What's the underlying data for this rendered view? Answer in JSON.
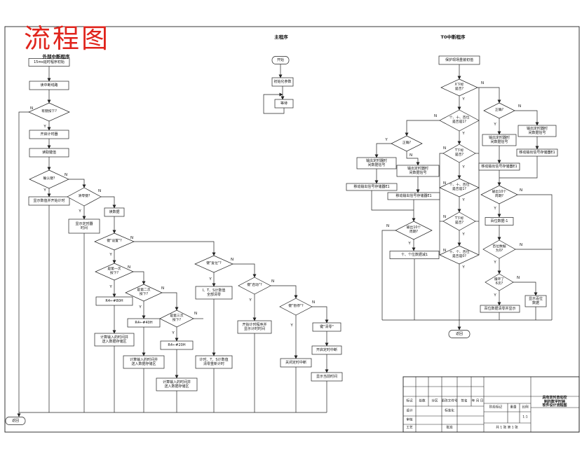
{
  "heading": "流程图",
  "titles": {
    "left": "外部中断程序",
    "main": "主程序",
    "t0": "T0中断程序"
  },
  "labels": {
    "yes": "Y",
    "no": "N"
  },
  "left": {
    "b1": "15ms延时程序初始",
    "b2": "读中断线路",
    "d1": "有键按下?",
    "b3": "开启计时器",
    "b4": "读取键值",
    "d2": "确认键?",
    "b5": "显示数值并开始计时",
    "d3": "清零键?",
    "b6": "显示定时器\n时间",
    "b7": "读数据",
    "d4": "键\"设置\"?",
    "d5": "是第一次\n按下?",
    "b8": "R4←#80H",
    "b11": "计算输入的时间并\n送入数据存储区",
    "d6": "是第二次\n按下?",
    "b9": "R4←#40H",
    "b12": "计算输入的时间并\n送入数据存储区",
    "d7": "是第三次\n按下?",
    "b10": "R4←#20H",
    "b13": "计算输入的时间并\n送入数据存储区",
    "d8": "键\"复位\"?",
    "b14": "I、T、S计数值\n全部清零",
    "b15": "计时、T、S计数值\n清零重新计时",
    "d9": "键\"启动\"?",
    "b16": "开始计时程序并\n显示计时时间",
    "d10": "键\"暂停\"?",
    "b17": "关闭定时中断",
    "b18": "键\"清零\"",
    "b19": "开启定时中断",
    "b20": "显示当前时间",
    "end": "返回"
  },
  "main": {
    "start": "开始",
    "init": "初始化参数",
    "wait": "等待"
  },
  "t0": {
    "b23": "保护现场重装初值",
    "d11": "X下标\n是否?",
    "d12": "个、十、百位\n是否是1?",
    "d13": "T下标\n是否?",
    "d14": "个、十、百位\n是否是1?",
    "d15": "T下标\n是否?",
    "d16": "十、个、百位\n是否是0?",
    "end": "返回",
    "d17": "正确?",
    "b24": "输出定时器时\n间数据信号",
    "b25": "输出定时器时\n间数据信号",
    "b26": "移动输出信号存储器E1",
    "b27": "移动输出信号存储器E1",
    "d18": "输出10个\n周期?",
    "b28": "十、个位数据减1",
    "d19": "正确?",
    "b29": "输出定时器时\n间数据信号",
    "b30": "输出定时器时\n间数据信号",
    "b31": "移动输出信号存储器E1",
    "b32": "移动输出信号存储器E1",
    "d20": "输出10个\n周期?",
    "b33": "百位数据-1",
    "d21": "百位数据\n为0?",
    "d22": "循环了\n6次?",
    "b34": "百位数据清零并显示",
    "b35": "显示百位\n数据"
  },
  "title_block": {
    "title": "具有定时自动控制的数字时钟\n软件设计流程图",
    "col_mark": "标记",
    "col_count": "处数",
    "col_zone": "分区",
    "col_doc": "更改文件号",
    "col_sign": "签名",
    "col_date": "年 月 日",
    "design": "设计",
    "standard": "标准化",
    "review": "审核",
    "process": "工艺",
    "approve": "批准",
    "stage": "阶段标记",
    "weight": "重量",
    "scale": "比例",
    "scale_value": "1:1",
    "sheets": "共 1 张  第 1 张"
  },
  "colors": {
    "heading": "#e0241c",
    "line": "#222222"
  }
}
